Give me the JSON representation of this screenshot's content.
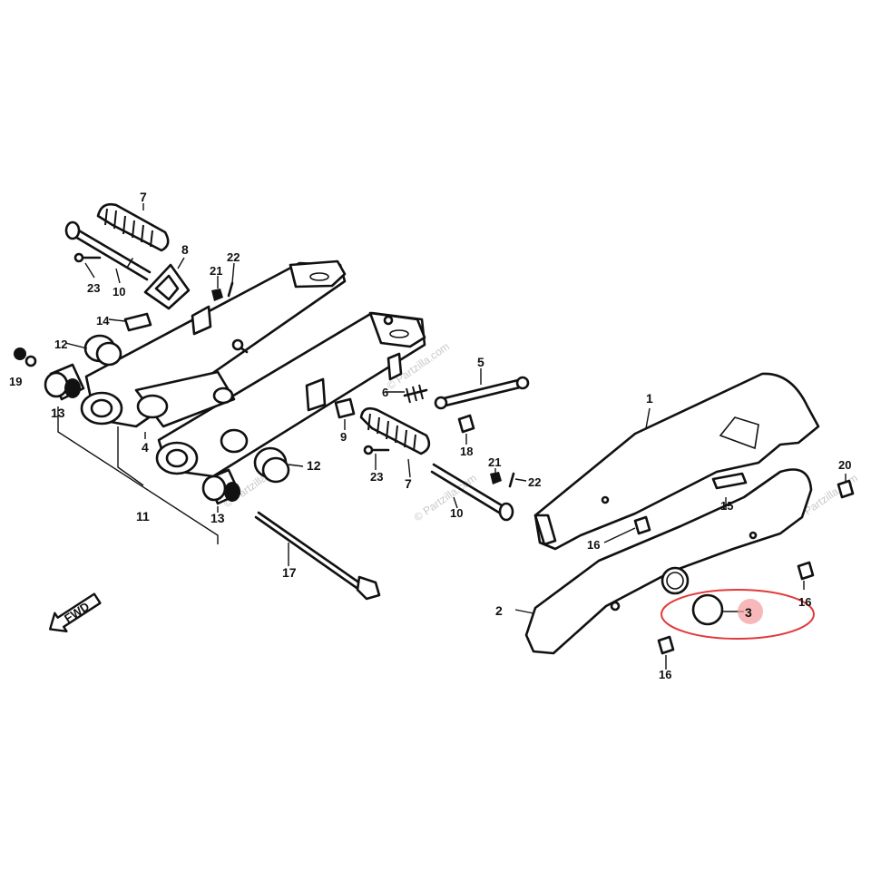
{
  "watermark": "© Partzilla.com",
  "direction_arrow": {
    "label": "FWD"
  },
  "highlight": {
    "part": "3",
    "color": "#e23a3a",
    "dot_color": "#f3a0a0"
  },
  "callouts": {
    "p1": "1",
    "p2": "2",
    "p3": "3",
    "p4": "4",
    "p5": "5",
    "p6": "6",
    "p7a": "7",
    "p7b": "7",
    "p8": "8",
    "p9": "9",
    "p10a": "10",
    "p10b": "10",
    "p11": "11",
    "p12a": "12",
    "p12b": "12",
    "p13a": "13",
    "p13b": "13",
    "p14": "14",
    "p15": "15",
    "p16a": "16",
    "p16b": "16",
    "p16c": "16",
    "p17": "17",
    "p18": "18",
    "p19": "19",
    "p20": "20",
    "p21a": "21",
    "p21b": "21",
    "p22a": "22",
    "p22b": "22",
    "p23a": "23",
    "p23b": "23"
  }
}
